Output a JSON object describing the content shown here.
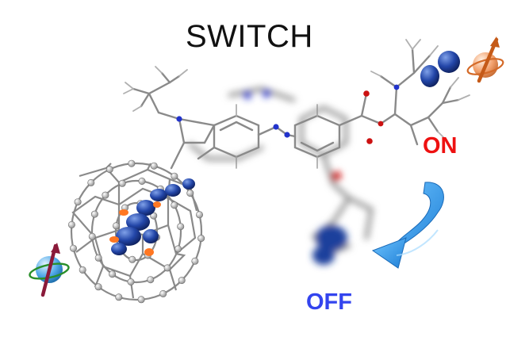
{
  "title": "SWITCH",
  "states": {
    "on": {
      "label": "ON",
      "color": "#ee1111"
    },
    "off": {
      "label": "OFF",
      "color": "#3344ee"
    }
  },
  "colors": {
    "bond": "#8a8a8a",
    "atom": "#b5b5b5",
    "nitrogen": "#2233cc",
    "oxygen": "#cc1111",
    "spin_density": "#1f3f9c",
    "spin_density_positive": "#ff7722",
    "switch_arrow": "#2f8fe0",
    "spin_on": "#f2a06c",
    "spin_off": "#4fa8e8"
  },
  "icons": {
    "fullerene": "fullerene-c60-icon",
    "spin_on": "electron-spin-up-icon",
    "spin_off": "electron-spin-down-icon",
    "switch_arrow": "curved-arrow-icon"
  }
}
